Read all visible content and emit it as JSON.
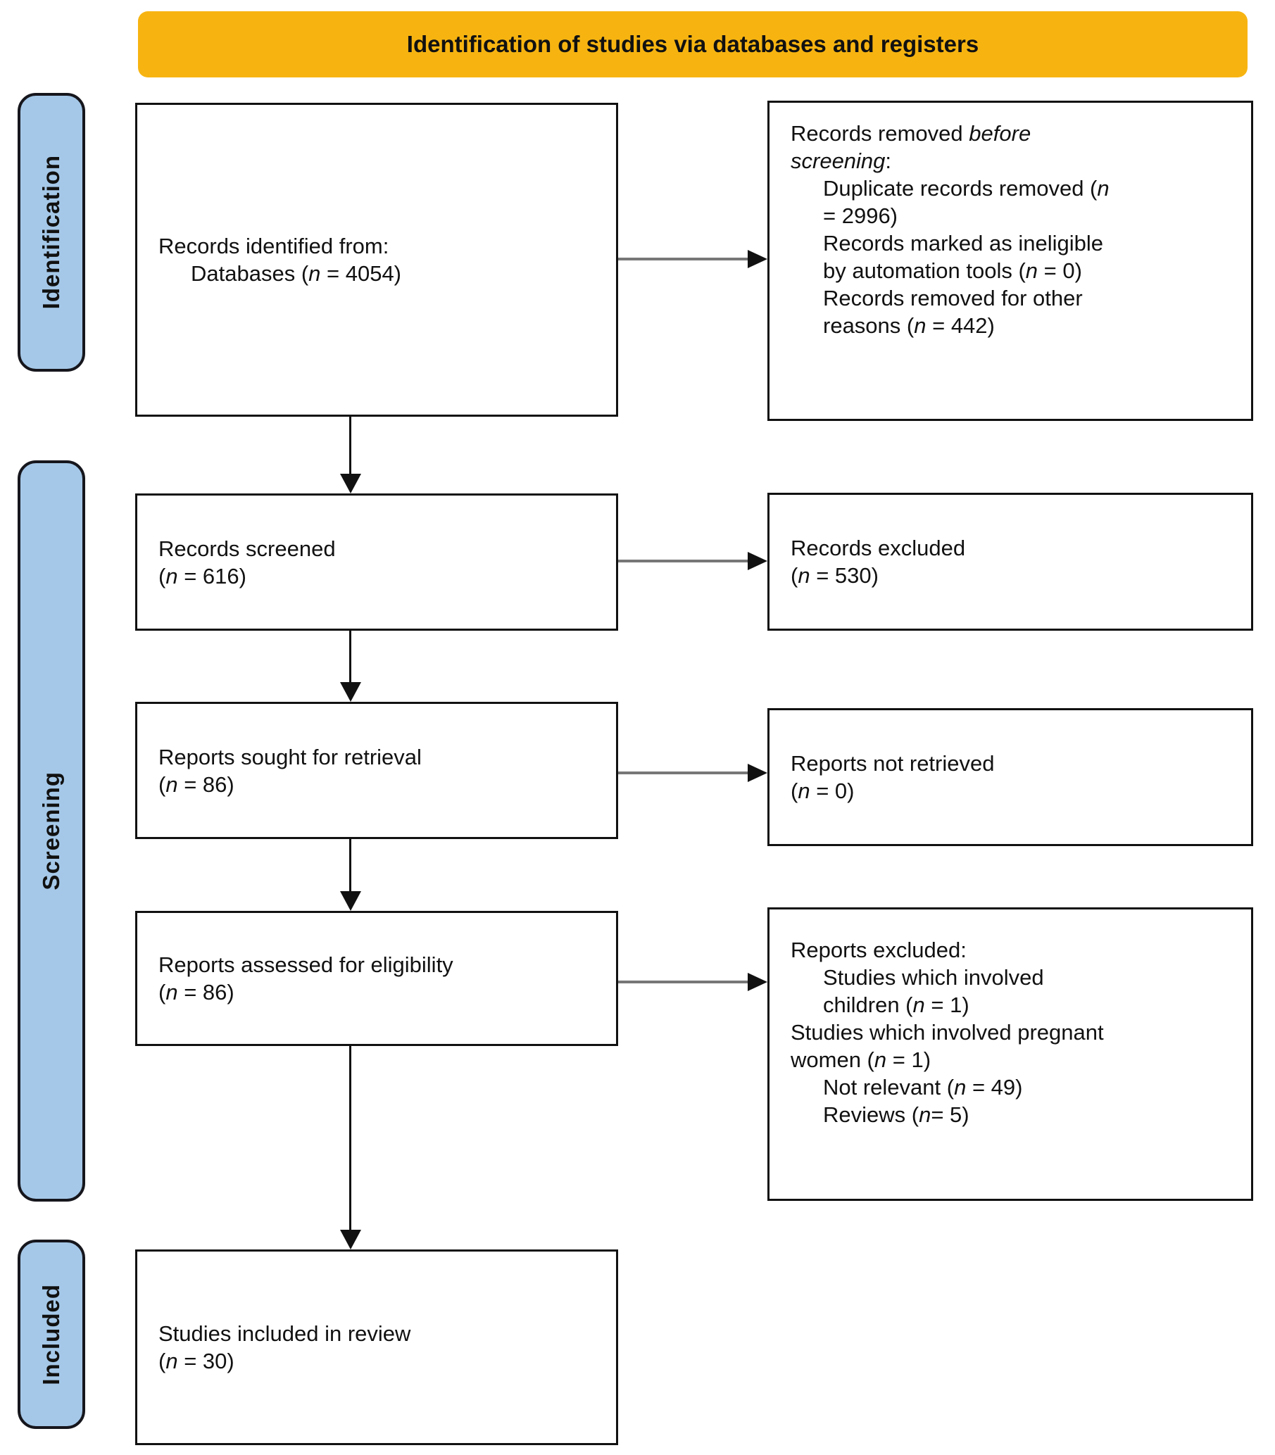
{
  "header": {
    "title": "Identification of studies via databases and registers"
  },
  "sidebar": {
    "identification_label": "Identification",
    "screening_label": "Screening",
    "included_label": "Included"
  },
  "colors": {
    "header_bg": "#F7B411",
    "stage_bg": "#A5C8E8",
    "box_border": "#111111",
    "arrow_gray": "#777777",
    "arrow_black": "#111111"
  },
  "flow": {
    "records_identified": {
      "lines": [
        {
          "indent": 0,
          "segments": [
            {
              "t": "Records identified from:"
            }
          ]
        },
        {
          "indent": 1,
          "segments": [
            {
              "t": "Databases ("
            },
            {
              "t": "n",
              "i": true
            },
            {
              "t": " = 4054)"
            }
          ]
        }
      ]
    },
    "records_removed": {
      "lines": [
        {
          "indent": 0,
          "segments": [
            {
              "t": "Records removed "
            },
            {
              "t": "before",
              "i": true
            }
          ]
        },
        {
          "indent": 0,
          "segments": [
            {
              "t": "screening",
              "i": true
            },
            {
              "t": ":"
            }
          ]
        },
        {
          "indent": 1,
          "segments": [
            {
              "t": "Duplicate records removed ("
            },
            {
              "t": "n",
              "i": true
            }
          ]
        },
        {
          "indent": 1,
          "segments": [
            {
              "t": "= 2996)"
            }
          ]
        },
        {
          "indent": 1,
          "segments": [
            {
              "t": "Records marked as ineligible"
            }
          ]
        },
        {
          "indent": 1,
          "segments": [
            {
              "t": "by automation tools ("
            },
            {
              "t": "n",
              "i": true
            },
            {
              "t": " = 0)"
            }
          ]
        },
        {
          "indent": 1,
          "segments": [
            {
              "t": "Records removed for other"
            }
          ]
        },
        {
          "indent": 1,
          "segments": [
            {
              "t": "reasons ("
            },
            {
              "t": "n",
              "i": true
            },
            {
              "t": " = 442)"
            }
          ]
        }
      ]
    },
    "records_screened": {
      "lines": [
        {
          "indent": 0,
          "segments": [
            {
              "t": "Records screened"
            }
          ]
        },
        {
          "indent": 0,
          "segments": [
            {
              "t": "("
            },
            {
              "t": "n",
              "i": true
            },
            {
              "t": " = 616)"
            }
          ]
        }
      ]
    },
    "records_excluded": {
      "lines": [
        {
          "indent": 0,
          "segments": [
            {
              "t": "Records excluded"
            }
          ]
        },
        {
          "indent": 0,
          "segments": [
            {
              "t": "("
            },
            {
              "t": "n",
              "i": true
            },
            {
              "t": " = 530)"
            }
          ]
        }
      ]
    },
    "reports_sought": {
      "lines": [
        {
          "indent": 0,
          "segments": [
            {
              "t": "Reports sought for retrieval"
            }
          ]
        },
        {
          "indent": 0,
          "segments": [
            {
              "t": "("
            },
            {
              "t": "n",
              "i": true
            },
            {
              "t": " = 86)"
            }
          ]
        }
      ]
    },
    "reports_not_retrieved": {
      "lines": [
        {
          "indent": 0,
          "segments": [
            {
              "t": "Reports not retrieved"
            }
          ]
        },
        {
          "indent": 0,
          "segments": [
            {
              "t": "("
            },
            {
              "t": "n",
              "i": true
            },
            {
              "t": " = 0)"
            }
          ]
        }
      ]
    },
    "reports_assessed": {
      "lines": [
        {
          "indent": 0,
          "segments": [
            {
              "t": "Reports assessed for eligibility"
            }
          ]
        },
        {
          "indent": 0,
          "segments": [
            {
              "t": "("
            },
            {
              "t": "n",
              "i": true
            },
            {
              "t": " = 86)"
            }
          ]
        }
      ]
    },
    "reports_excluded": {
      "lines": [
        {
          "indent": 0,
          "segments": [
            {
              "t": "Reports excluded:"
            }
          ]
        },
        {
          "indent": 1,
          "segments": [
            {
              "t": "Studies which involved"
            }
          ]
        },
        {
          "indent": 1,
          "segments": [
            {
              "t": "children ("
            },
            {
              "t": "n",
              "i": true
            },
            {
              "t": " = 1)"
            }
          ]
        },
        {
          "indent": 0,
          "segments": [
            {
              "t": "Studies which involved pregnant"
            }
          ]
        },
        {
          "indent": 0,
          "segments": [
            {
              "t": "women ("
            },
            {
              "t": "n",
              "i": true
            },
            {
              "t": " = 1)"
            }
          ]
        },
        {
          "indent": 1,
          "segments": [
            {
              "t": "Not relevant ("
            },
            {
              "t": "n",
              "i": true
            },
            {
              "t": " = 49)"
            }
          ]
        },
        {
          "indent": 1,
          "segments": [
            {
              "t": "Reviews ("
            },
            {
              "t": "n",
              "i": true
            },
            {
              "t": "= 5)"
            }
          ]
        }
      ]
    },
    "studies_included": {
      "lines": [
        {
          "indent": 0,
          "segments": [
            {
              "t": "Studies included in review"
            }
          ]
        },
        {
          "indent": 0,
          "segments": [
            {
              "t": "("
            },
            {
              "t": "n",
              "i": true
            },
            {
              "t": " = 30)"
            }
          ]
        }
      ]
    }
  }
}
